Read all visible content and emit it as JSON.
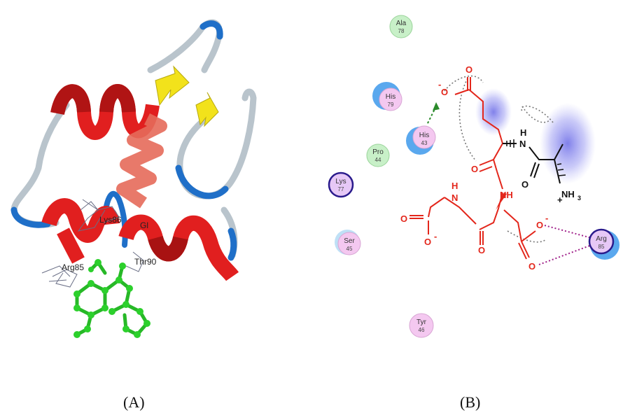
{
  "captions": {
    "a": "(A)",
    "b": "(B)"
  },
  "panel_a": {
    "residue_labels": [
      "Lys86",
      "Arg85",
      "Thr90",
      "Gl"
    ]
  },
  "panel_b": {
    "residues": [
      {
        "name": "Ala",
        "number": "78",
        "type": "vdw"
      },
      {
        "name": "His",
        "number": "79",
        "type": "polar"
      },
      {
        "name": "His",
        "number": "43",
        "type": "polar"
      },
      {
        "name": "Pro",
        "number": "44",
        "type": "vdw"
      },
      {
        "name": "Lys",
        "number": "77",
        "type": "charged"
      },
      {
        "name": "Ser",
        "number": "45",
        "type": "polar"
      },
      {
        "name": "Tyr",
        "number": "46",
        "type": "polar"
      },
      {
        "name": "Arg",
        "number": "85",
        "type": "charged"
      }
    ],
    "atoms": {
      "o_top": "O",
      "o_minus_top": "O",
      "minus": "-",
      "h_top": "H",
      "n_top": "N",
      "o_amide": "O",
      "nh3_charge": "+",
      "nh3": "NH",
      "nh3_sub": "3",
      "nh_mid": "NH",
      "h_left": "H",
      "n_left": "N",
      "o_left": "O",
      "o_left2": "O",
      "o_mid": "O",
      "o_right": "O",
      "o_right2": "O"
    },
    "colors": {
      "ligand_red": "#e3261b",
      "ligand_black": "#111111",
      "vdw_green": "#c8f0c8",
      "polar_pink": "#f4c8f0",
      "charged_purple": "#e6c8f6",
      "hbond_green": "#2a8a2a",
      "salt_bridge": "#a0208a",
      "exposure_blue": "#5aa8ee"
    }
  }
}
